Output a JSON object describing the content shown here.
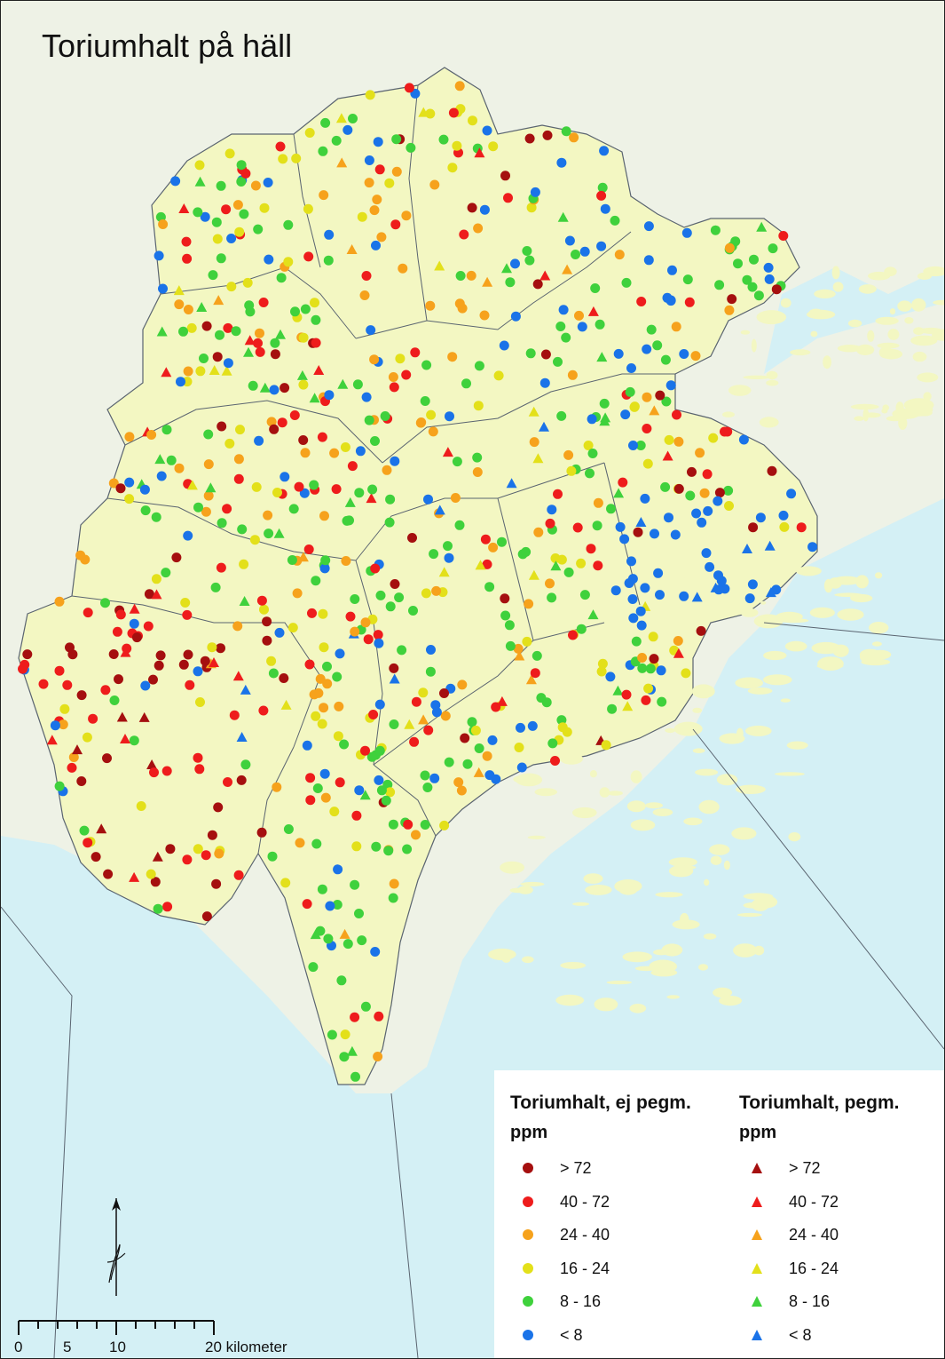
{
  "title": "Toriumhalt på häll",
  "legend": {
    "non_pegmatite": {
      "heading": "Toriumhalt, ej pegm.",
      "unit": "ppm",
      "symbol": "circle",
      "classes": [
        {
          "label": "> 72",
          "color": "#a50f0f"
        },
        {
          "label": "40 - 72",
          "color": "#ee1c1c"
        },
        {
          "label": "24 - 40",
          "color": "#f6a21c"
        },
        {
          "label": "16 - 24",
          "color": "#e3e01a"
        },
        {
          "label": "8 - 16",
          "color": "#3fd13c"
        },
        {
          "label": "< 8",
          "color": "#1a73e8"
        }
      ]
    },
    "pegmatite": {
      "heading": "Toriumhalt, pegm.",
      "unit": "ppm",
      "symbol": "triangle",
      "classes": [
        {
          "label": "> 72",
          "color": "#a50f0f"
        },
        {
          "label": "40 - 72",
          "color": "#ee1c1c"
        },
        {
          "label": "24 - 40",
          "color": "#f6a21c"
        },
        {
          "label": "16 - 24",
          "color": "#e3e01a"
        },
        {
          "label": "8 - 16",
          "color": "#3fd13c"
        },
        {
          "label": "< 8",
          "color": "#1a73e8"
        }
      ]
    }
  },
  "scale_bar": {
    "ticks": [
      "0",
      "5",
      "10",
      "20 kilometer"
    ]
  },
  "colors": {
    "water": "#d4f0f5",
    "land": "#eef2e6",
    "bedrock_exposure": "#f3f7c2",
    "boundary": "#5a6470"
  },
  "icons": {
    "north_arrow": "north-arrow-icon"
  }
}
